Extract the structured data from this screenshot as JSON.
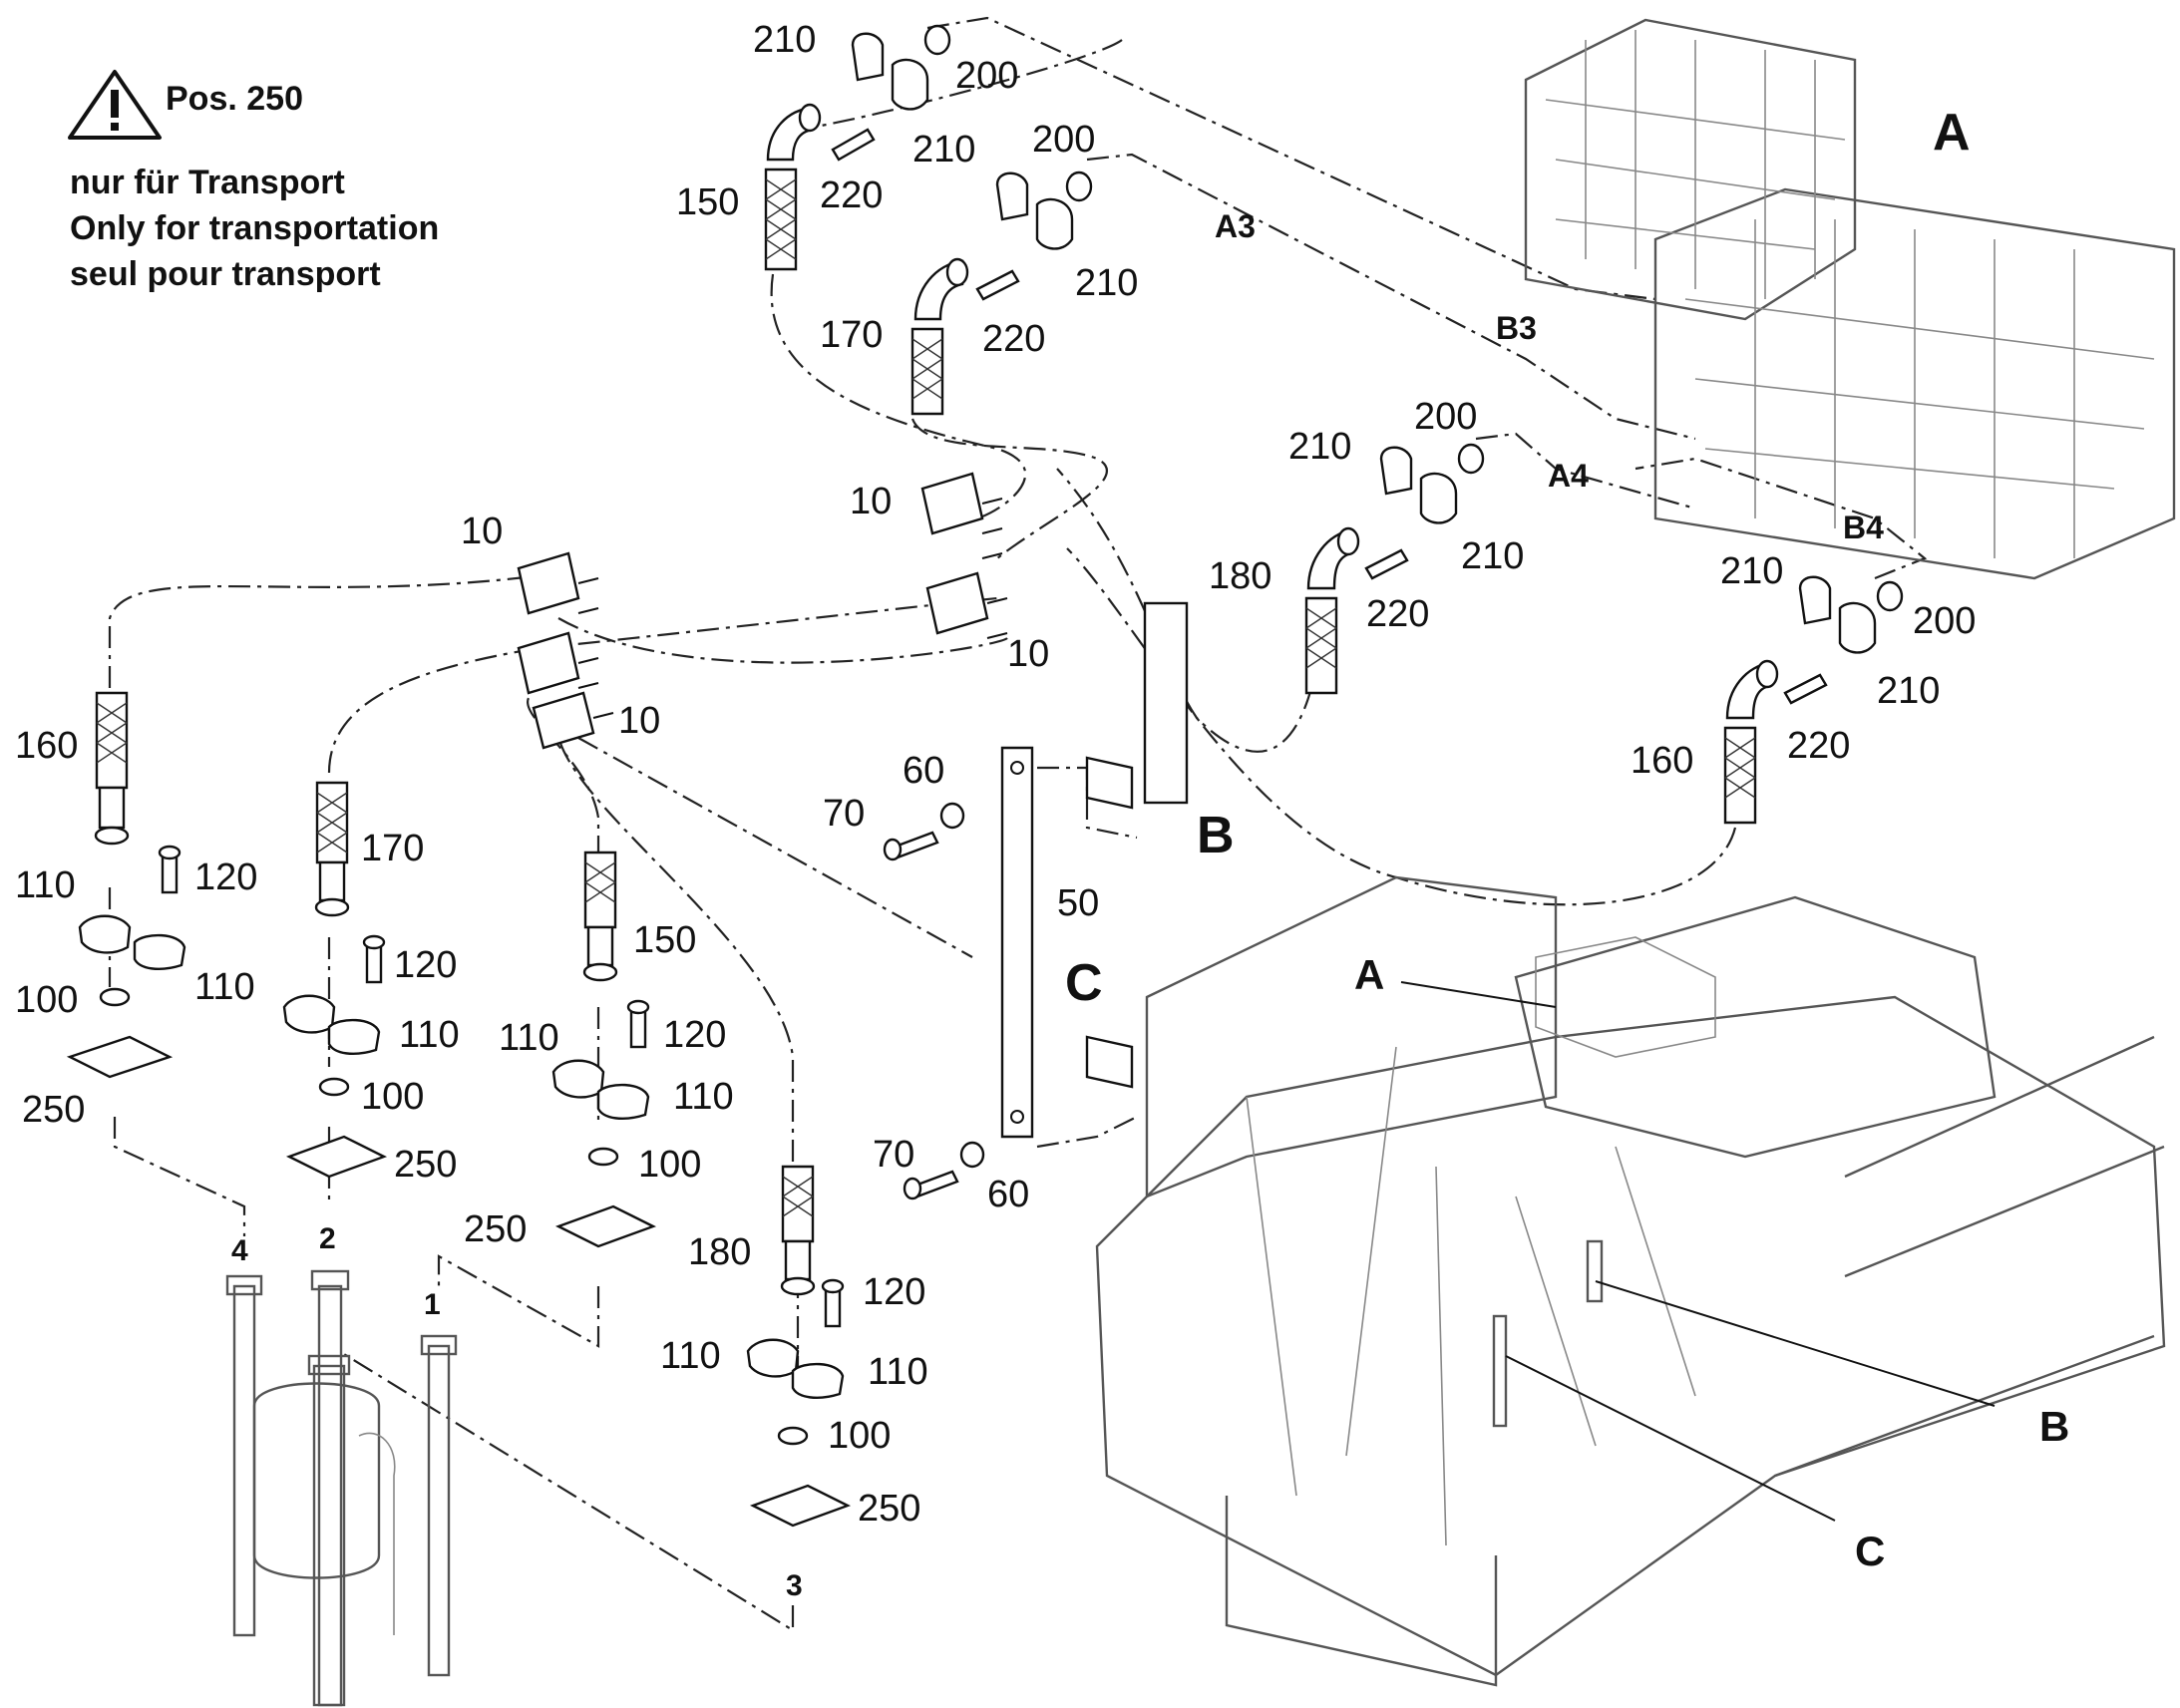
{
  "warning": {
    "icon": "warning-triangle-icon",
    "title": "Pos. 250",
    "lines": [
      "nur für Transport",
      "Only for transportation",
      "seul pour transport"
    ]
  },
  "assembly_labels": {
    "A": "A",
    "B": "B",
    "C": "C",
    "A3": "A3",
    "B3": "B3",
    "A4": "A4",
    "B4": "B4"
  },
  "line_numbers": [
    "4",
    "2",
    "1",
    "3"
  ],
  "part_numbers": {
    "p10": "10",
    "p50": "50",
    "p60": "60",
    "p70": "70",
    "p100": "100",
    "p110": "110",
    "p120": "120",
    "p150": "150",
    "p160": "160",
    "p170": "170",
    "p180": "180",
    "p200": "200",
    "p210": "210",
    "p220": "220",
    "p250": "250"
  }
}
